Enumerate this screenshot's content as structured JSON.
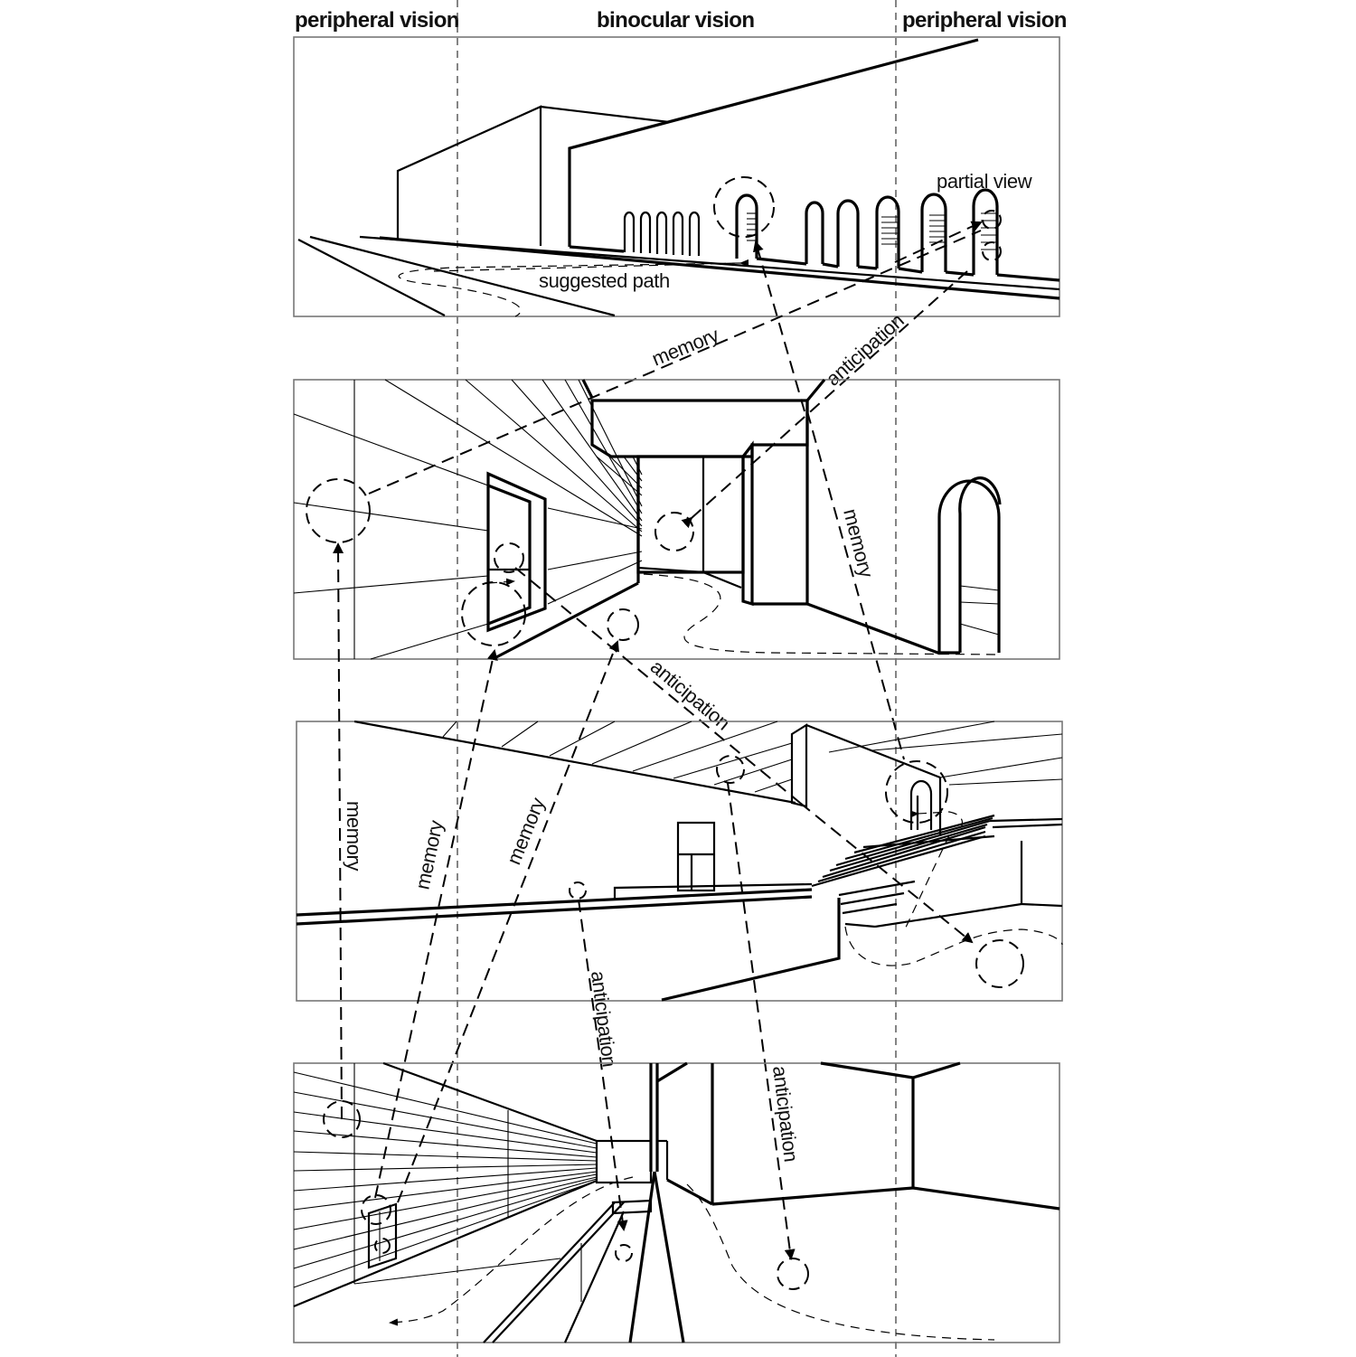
{
  "header": {
    "left": "peripheral vision",
    "center": "binocular vision",
    "right": "peripheral vision"
  },
  "panel1": {
    "annotation_partial_view": "partial view",
    "annotation_suggested_path": "suggested path"
  },
  "between_1_2": {
    "memory": "memory",
    "anticipation": "anticipation"
  },
  "panel2": {
    "memory": "memory"
  },
  "between_2_3": {
    "anticipation": "anticipation"
  },
  "panel3": {
    "memory_1": "memory",
    "memory_2": "memory",
    "memory_3": "memory"
  },
  "between_3_4": {
    "anticipation_1": "anticipation",
    "anticipation_2": "anticipation"
  },
  "colors": {
    "line": "#000000",
    "frame": "#777777",
    "background": "#ffffff"
  }
}
